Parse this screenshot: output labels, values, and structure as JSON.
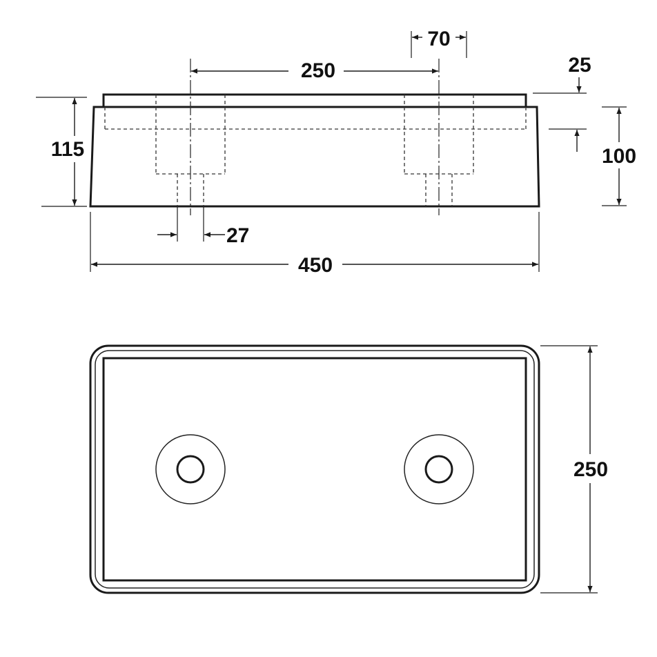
{
  "dimensions": {
    "pitch": "250",
    "bore": "70",
    "top_step": "25",
    "total_height": "115",
    "body_height": "100",
    "hole": "27",
    "length": "450",
    "width": "250"
  },
  "colors": {
    "line": "#1a1a1a",
    "background": "#ffffff"
  }
}
